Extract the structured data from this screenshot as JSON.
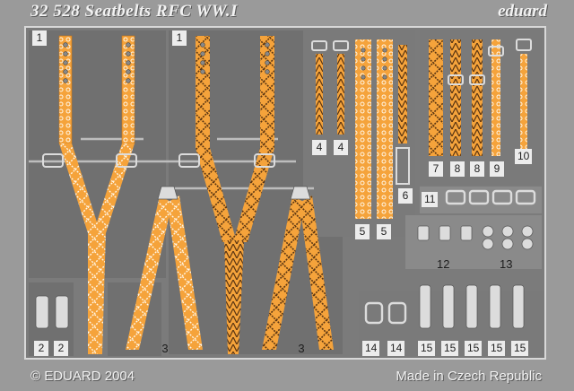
{
  "fret": {
    "title": "32 528  Seatbelts RFC WW.I",
    "brand": "eduard",
    "copyright": "© EDUARD 2004",
    "origin": "Made in Czech Republic"
  },
  "colors": {
    "fret_metal": "#9a9a9a",
    "panel_dark": "#6f6f6f",
    "belt_orange": "#f5a33b",
    "stitch_dark": "#5a3512",
    "label_bg": "#ececec"
  },
  "part_numbers": {
    "n1a": "1",
    "n1b": "1",
    "n2a": "2",
    "n2b": "2",
    "n3a": "3",
    "n3b": "3",
    "n4a": "4",
    "n4b": "4",
    "n5a": "5",
    "n5b": "5",
    "n6": "6",
    "n7": "7",
    "n8a": "8",
    "n8b": "8",
    "n9": "9",
    "n10": "10",
    "n11": "11",
    "n12": "12",
    "n13": "13",
    "n14a": "14",
    "n14b": "14",
    "n15a": "15",
    "n15b": "15",
    "n15c": "15",
    "n15d": "15",
    "n15e": "15"
  }
}
